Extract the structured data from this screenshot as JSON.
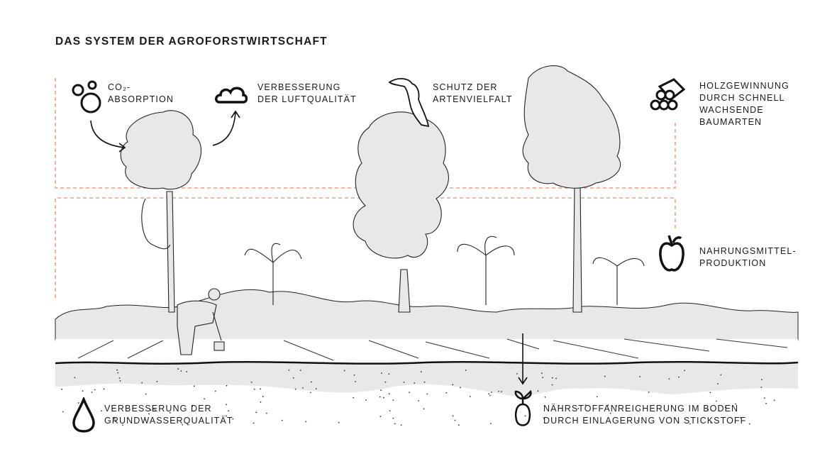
{
  "title": "DAS SYSTEM DER AGROFORSTWIRTSCHAFT",
  "colors": {
    "dash": "#ef8a5c",
    "fill": "#e8e8e8",
    "ink": "#111111"
  },
  "labels": {
    "co2": {
      "icon": "co2-bubbles-icon",
      "line1": "CO₂-",
      "line2": "ABSORPTION"
    },
    "air": {
      "icon": "cloud-icon",
      "line1": "VERBESSERUNG",
      "line2": "DER LUFTQUALITÄT"
    },
    "biodiversity": {
      "icon": "toucan-icon",
      "line1": "SCHUTZ DER",
      "line2": "ARTENVIELFALT"
    },
    "wood": {
      "icon": "logs-icon",
      "line1": "HOLZGEWINNUNG",
      "line2": "DURCH SCHNELL",
      "line3": "WACHSENDE",
      "line4": "BAUMARTEN"
    },
    "food": {
      "icon": "apple-icon",
      "line1": "NAHRUNGSMITTEL-",
      "line2": "PRODUKTION"
    },
    "water": {
      "icon": "water-drop-icon",
      "line1": "VERBESSERUNG DER",
      "line2": "GRUNDWASSERQUALITÄT"
    },
    "nutrients": {
      "icon": "seedling-icon",
      "line1": "NÄHRSTOFFANREICHERUNG IM BODEN",
      "line2": "DURCH EINLAGERUNG VON STICKSTOFF"
    }
  }
}
